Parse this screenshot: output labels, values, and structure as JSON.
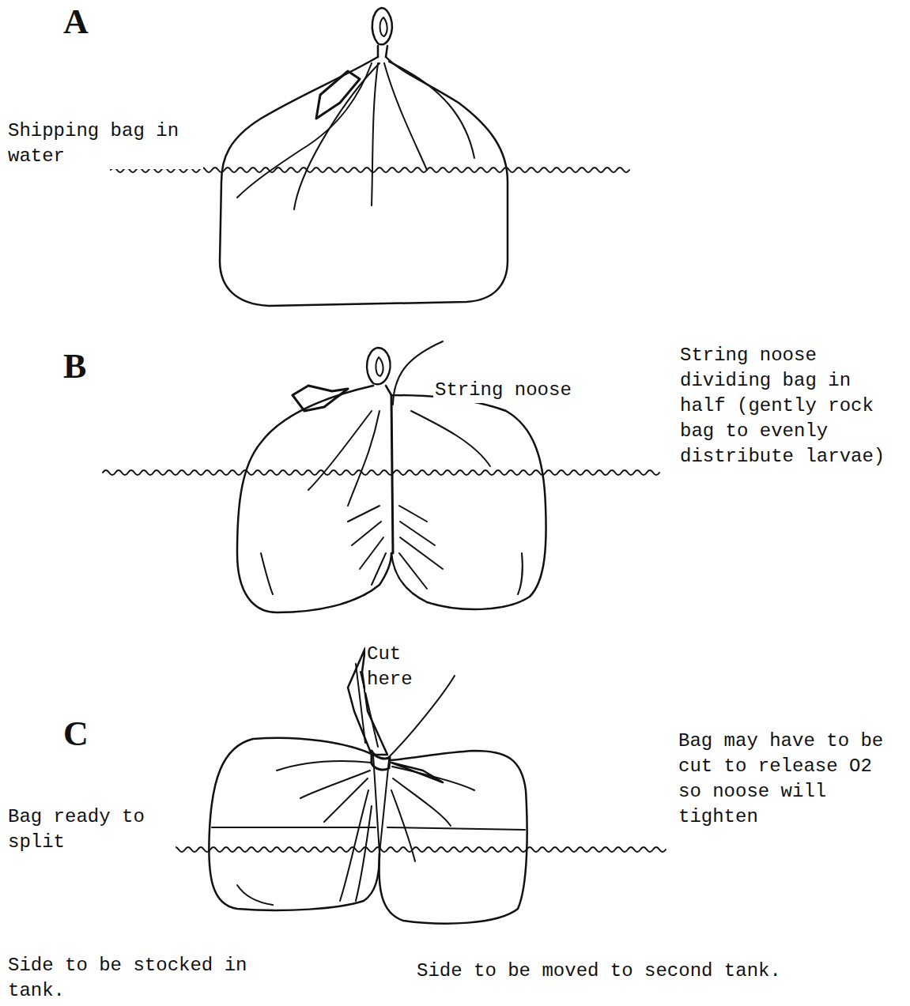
{
  "diagram": {
    "labels": [
      "A",
      "B",
      "C",
      "Shipping bag in water",
      "String noose",
      "String noose dividing bag in half (gently rock bag to evenly distribute larvae)",
      "Cut here",
      "Bag may have to be cut to release O2 so noose will tighten",
      "Bag ready to split",
      "Side to be stocked in tank.",
      "Side to be moved to second tank."
    ]
  }
}
